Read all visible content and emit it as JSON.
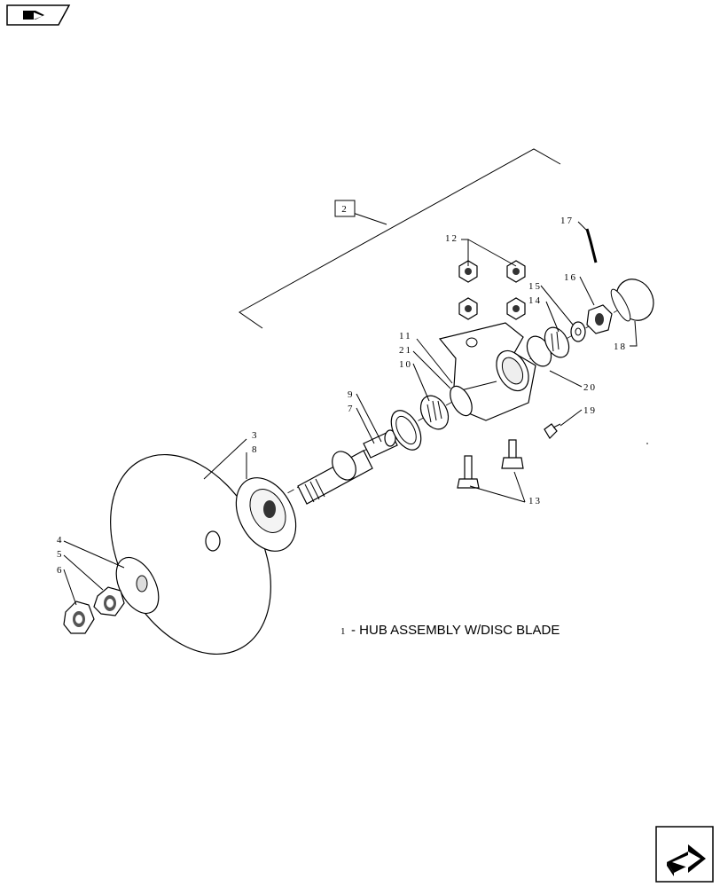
{
  "nav": {
    "back_icon": "back-page-icon",
    "next_icon": "next-page-icon"
  },
  "assembly_ref": "2",
  "callouts": {
    "c1": "1",
    "c3": "3",
    "c4": "4",
    "c5": "5",
    "c6": "6",
    "c7": "7",
    "c8": "8",
    "c9": "9",
    "c10": "10",
    "c11": "11",
    "c12": "12",
    "c13": "13",
    "c14": "14",
    "c15": "15",
    "c16": "16",
    "c17": "17",
    "c18": "18",
    "c19": "19",
    "c20": "20",
    "c21": "21"
  },
  "caption_text": "- HUB ASSEMBLY W/DISC BLADE"
}
